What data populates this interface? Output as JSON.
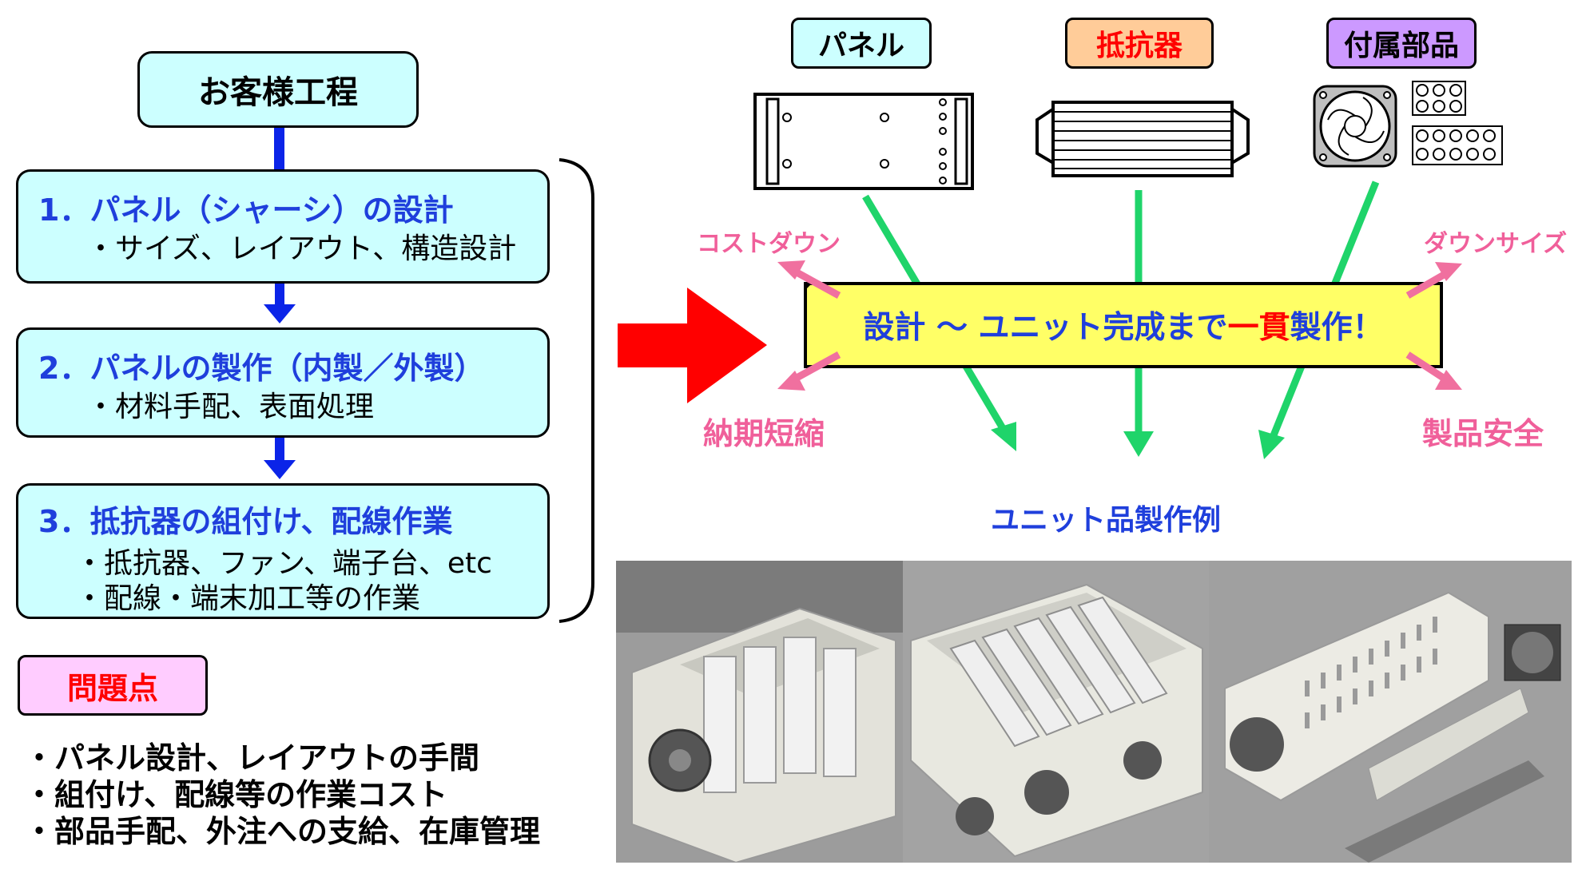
{
  "flow": {
    "customer_process": "お客様工程",
    "step1": {
      "title": "1．パネル（シャーシ）の設計",
      "sub1": "・サイズ、レイアウト、構造設計"
    },
    "step2": {
      "title": "2．パネルの製作（内製／外製）",
      "sub1": "・材料手配、表面処理"
    },
    "step3": {
      "title": "3．抵抗器の組付け、配線作業",
      "sub1": "・抵抗器、ファン、端子台、etc",
      "sub2": "・配線・端末加工等の作業"
    }
  },
  "problems": {
    "label": "問題点",
    "items": [
      "・パネル設計、レイアウトの手間",
      "・組付け、配線等の作業コスト",
      "・部品手配、外注への支給、在庫管理"
    ]
  },
  "components": {
    "panel": "パネル",
    "resistor": "抵抗器",
    "accessories": "付属部品"
  },
  "banner": {
    "part1": "設計 ～ ユニット完成まで",
    "part2": "一貫",
    "part3": "製作！"
  },
  "benefits": {
    "cost_down": "コストダウン",
    "down_size": "ダウンサイズ",
    "lead_time": "納期短縮",
    "safety": "製品安全"
  },
  "unit_examples": {
    "label": "ユニット品製作例"
  },
  "colors": {
    "box_fill": "#ccffff",
    "step_title": "#1f3fdc",
    "arrow_blue": "#0b24e8",
    "arrow_red": "#ff0000",
    "arrow_green": "#1fd46a",
    "arrow_pink": "#f0709f",
    "banner_fill": "#ffff66",
    "banner_border": "#ff00ff",
    "panel_label": "#ccffff",
    "resistor_label": "#ffcc99",
    "accessories_label": "#cc99ff",
    "problem_label": "#ffccff"
  }
}
